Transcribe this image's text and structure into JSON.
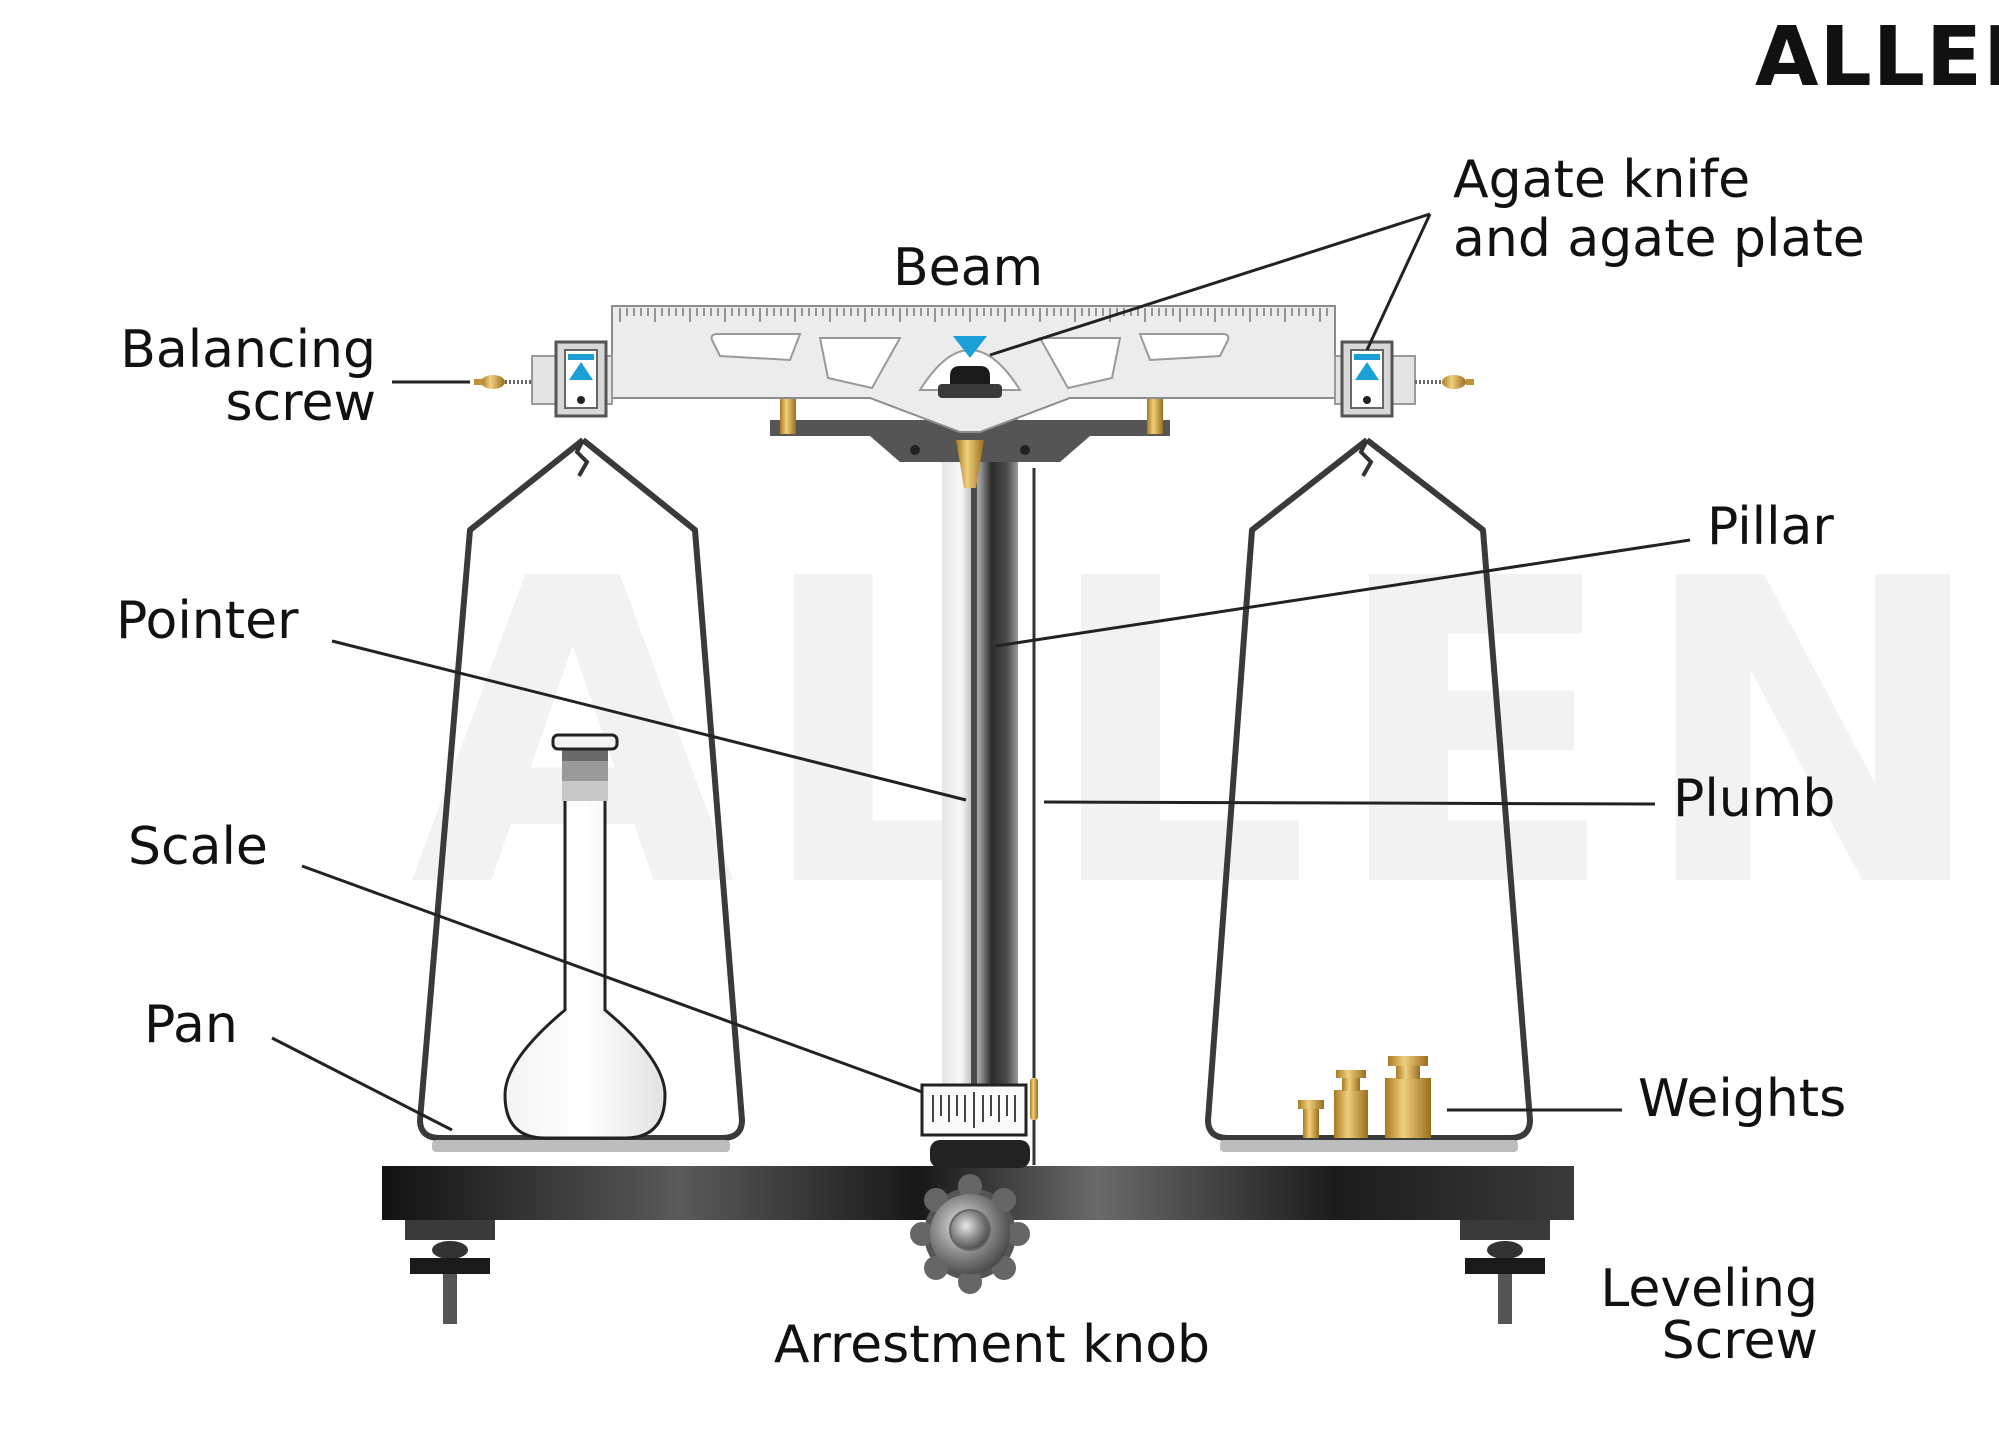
{
  "brand": {
    "logo_text": "ALLEN",
    "watermark_text": "ALLEN"
  },
  "labels": {
    "beam": "Beam",
    "agate_line1": "Agate knife",
    "agate_line2": "and agate plate",
    "balancing_line1": "Balancing",
    "balancing_line2": "screw",
    "pillar": "Pillar",
    "pointer": "Pointer",
    "plumb": "Plumb",
    "scale": "Scale",
    "pan": "Pan",
    "weights": "Weights",
    "leveling_line1": "Leveling",
    "leveling_line2": "Screw",
    "arrestment_knob": "Arrestment knob"
  },
  "colors": {
    "knife_blue": "#1a9fd6",
    "brass": "#c89a3c",
    "base_black": "#151515",
    "beam_light": "#ededed"
  }
}
